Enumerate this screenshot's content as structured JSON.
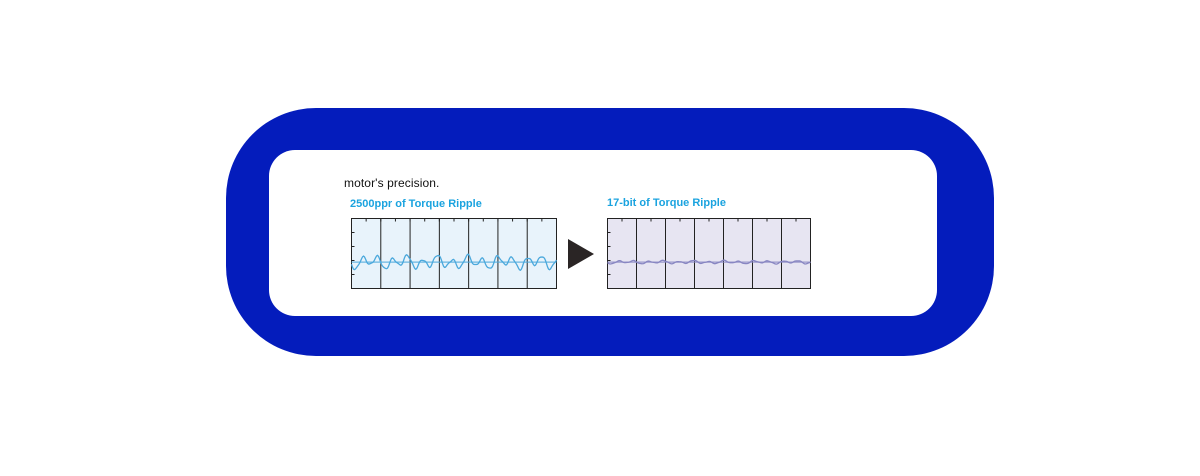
{
  "caption": "motor's precision.",
  "colors": {
    "frame": "#041cbc",
    "title": "#1aa3df",
    "left_fill": "#e8f3fb",
    "left_wave": "#4aa8dc",
    "right_fill": "#e7e5f2",
    "right_wave": "#8886c2",
    "arrow": "#2a2525"
  },
  "arrow_icon": "play-triangle",
  "chart_data": [
    {
      "type": "line",
      "title": "2500ppr of Torque Ripple",
      "panels": 7,
      "relative_amplitude": 1.0
    },
    {
      "type": "line",
      "title": "17-bit of Torque Ripple",
      "panels": 7,
      "relative_amplitude": 0.25
    }
  ]
}
